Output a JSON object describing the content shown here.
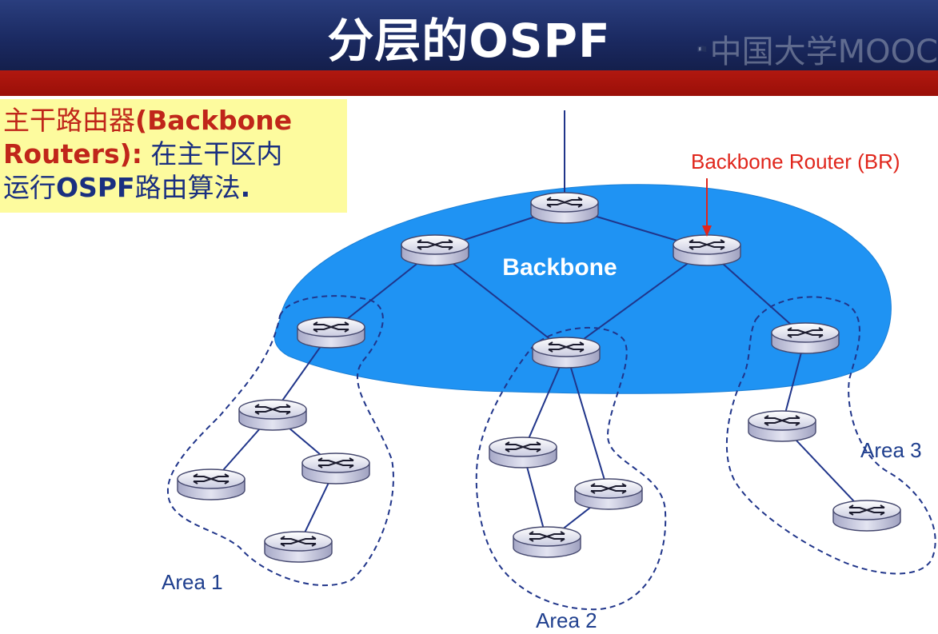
{
  "title": "分层的OSPF",
  "watermark": "中国大学MOOC",
  "note": {
    "line1_a": "主干路由器",
    "line1_b": "(Backbone",
    "line2_a": "Routers):",
    "line2_b": " 在主干区内",
    "line3_a": "运行",
    "line3_b": "OSPF",
    "line3_c": "路由算法",
    "line3_d": "."
  },
  "diagram": {
    "backbone_label": "Backbone",
    "br_label": "Backbone Router (BR)",
    "area1_label": "Area 1",
    "area2_label": "Area 2",
    "area3_label": "Area 3"
  },
  "colors": {
    "title_bar": "#1b2a62",
    "red_band": "#9a0f08",
    "note_bg": "#fdfb9e",
    "note_text": "#1a2f80",
    "note_emphasis": "#c0261a",
    "backbone_fill": "#1e90f0",
    "br_label": "#e0261c",
    "area_label": "#1f3f8e"
  }
}
